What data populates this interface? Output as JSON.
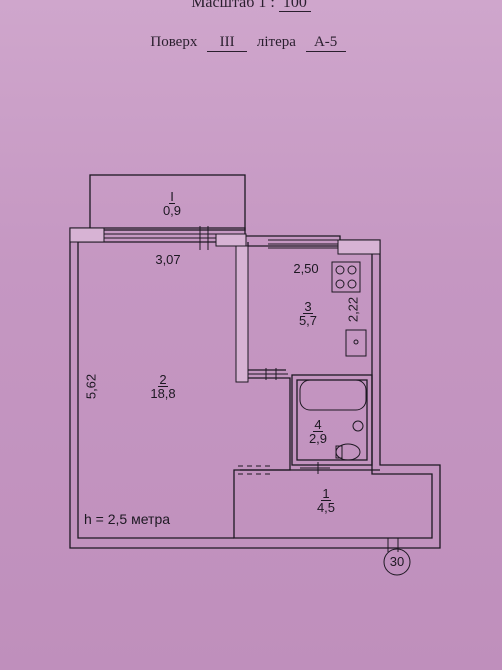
{
  "header": {
    "scale_label": "Масштаб 1 :",
    "scale_value": "100",
    "floor_label": "Поверх",
    "floor_value": "III",
    "letter_label": "літера",
    "letter_value": "А-5"
  },
  "rooms": [
    {
      "number": "I",
      "area": "0,9"
    },
    {
      "number": "2",
      "area": "18,8"
    },
    {
      "number": "3",
      "area": "5,7"
    },
    {
      "number": "4",
      "area": "2,9"
    },
    {
      "number": "1",
      "area": "4,5"
    }
  ],
  "dimensions": {
    "living_width": "3,07",
    "living_height": "5,62",
    "kitchen_width": "2,50",
    "kitchen_height": "2,22"
  },
  "notes": {
    "ceiling_height": "h = 2,5 метра",
    "entrance_number": "30"
  }
}
